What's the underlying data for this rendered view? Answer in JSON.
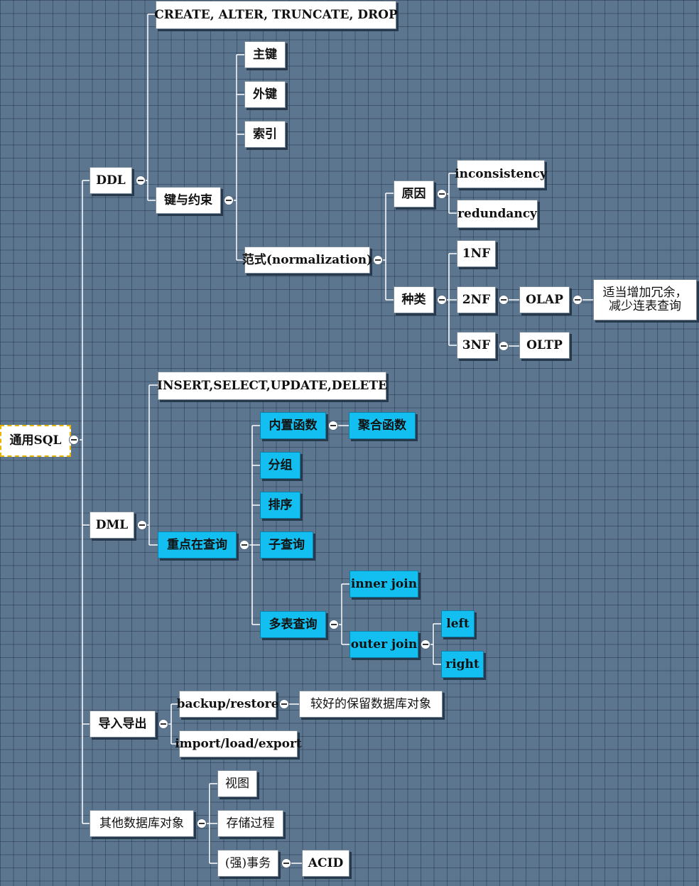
{
  "root": {
    "label": "通用SQL"
  },
  "ddl": {
    "label": "DDL",
    "statements": "CREATE, ALTER, TRUNCATE, DROP",
    "keys": {
      "label": "键与约束",
      "primary": "主键",
      "foreign": "外键",
      "index": "索引",
      "normalization": {
        "label": "范式(normalization)",
        "reason": {
          "label": "原因",
          "items": [
            "inconsistency",
            "redundancy"
          ]
        },
        "types": {
          "label": "种类",
          "nf1": "1NF",
          "nf2": "2NF",
          "nf3": "3NF",
          "olap": "OLAP",
          "olap_note": "适当增加冗余，减少连表查询",
          "oltp": "OLTP"
        }
      }
    }
  },
  "dml": {
    "label": "DML",
    "statements": "INSERT,SELECT,UPDATE,DELETE",
    "query": {
      "label": "重点在查询",
      "builtin": "内置函数",
      "aggregate": "聚合函数",
      "group": "分组",
      "sort": "排序",
      "subquery": "子查询",
      "multi": {
        "label": "多表查询",
        "inner": "inner join",
        "outer": "outer join",
        "left": "left",
        "right": "right"
      }
    }
  },
  "io": {
    "label": "导入导出",
    "backup": "backup/restore",
    "backup_note": "较好的保留数据库对象",
    "import": "import/load/export"
  },
  "other": {
    "label": "其他数据库对象",
    "view": "视图",
    "proc": "存储过程",
    "txn": "(强)事务",
    "acid": "ACID"
  },
  "colors": {
    "background": "#5d7690",
    "node": "#ffffff",
    "highlight": "#13bff0",
    "connector": "#ffffff",
    "root_border": "#e8b400"
  }
}
